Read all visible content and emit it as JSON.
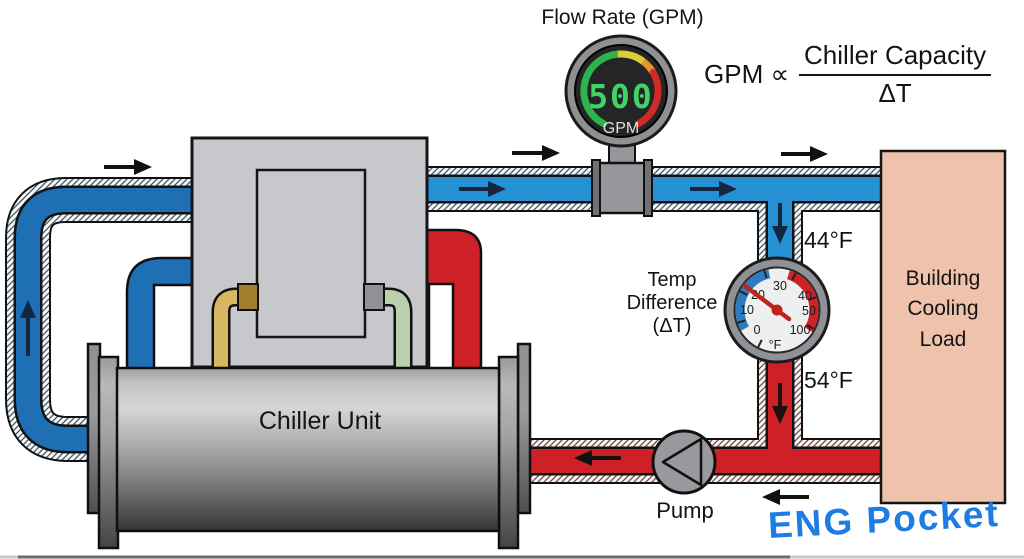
{
  "diagram": {
    "flow_meter": {
      "title": "Flow Rate (GPM)",
      "value": "500",
      "unit": "GPM"
    },
    "formula": {
      "lhs": "GPM ∝",
      "numerator": "Chiller Capacity",
      "denominator": "ΔT"
    },
    "pipes": {
      "supply_temp": "44°F",
      "return_temp": "54°F"
    },
    "temp_gauge": {
      "label": "Temp Difference (ΔT)",
      "ticks": [
        "0",
        "10",
        "20",
        "30",
        "40",
        "50",
        "100"
      ],
      "unit": "°F"
    },
    "chiller": {
      "label": "Chiller Unit"
    },
    "pump": {
      "label": "Pump"
    },
    "building": {
      "label": "Building Cooling Load"
    },
    "watermark": "ENG Pocket",
    "colors": {
      "supply_blue": "#2591d2",
      "loop_blue": "#1f6fb5",
      "return_red": "#ce2127",
      "building_fill": "#efc2ab",
      "digital_green": "#41d364"
    }
  }
}
